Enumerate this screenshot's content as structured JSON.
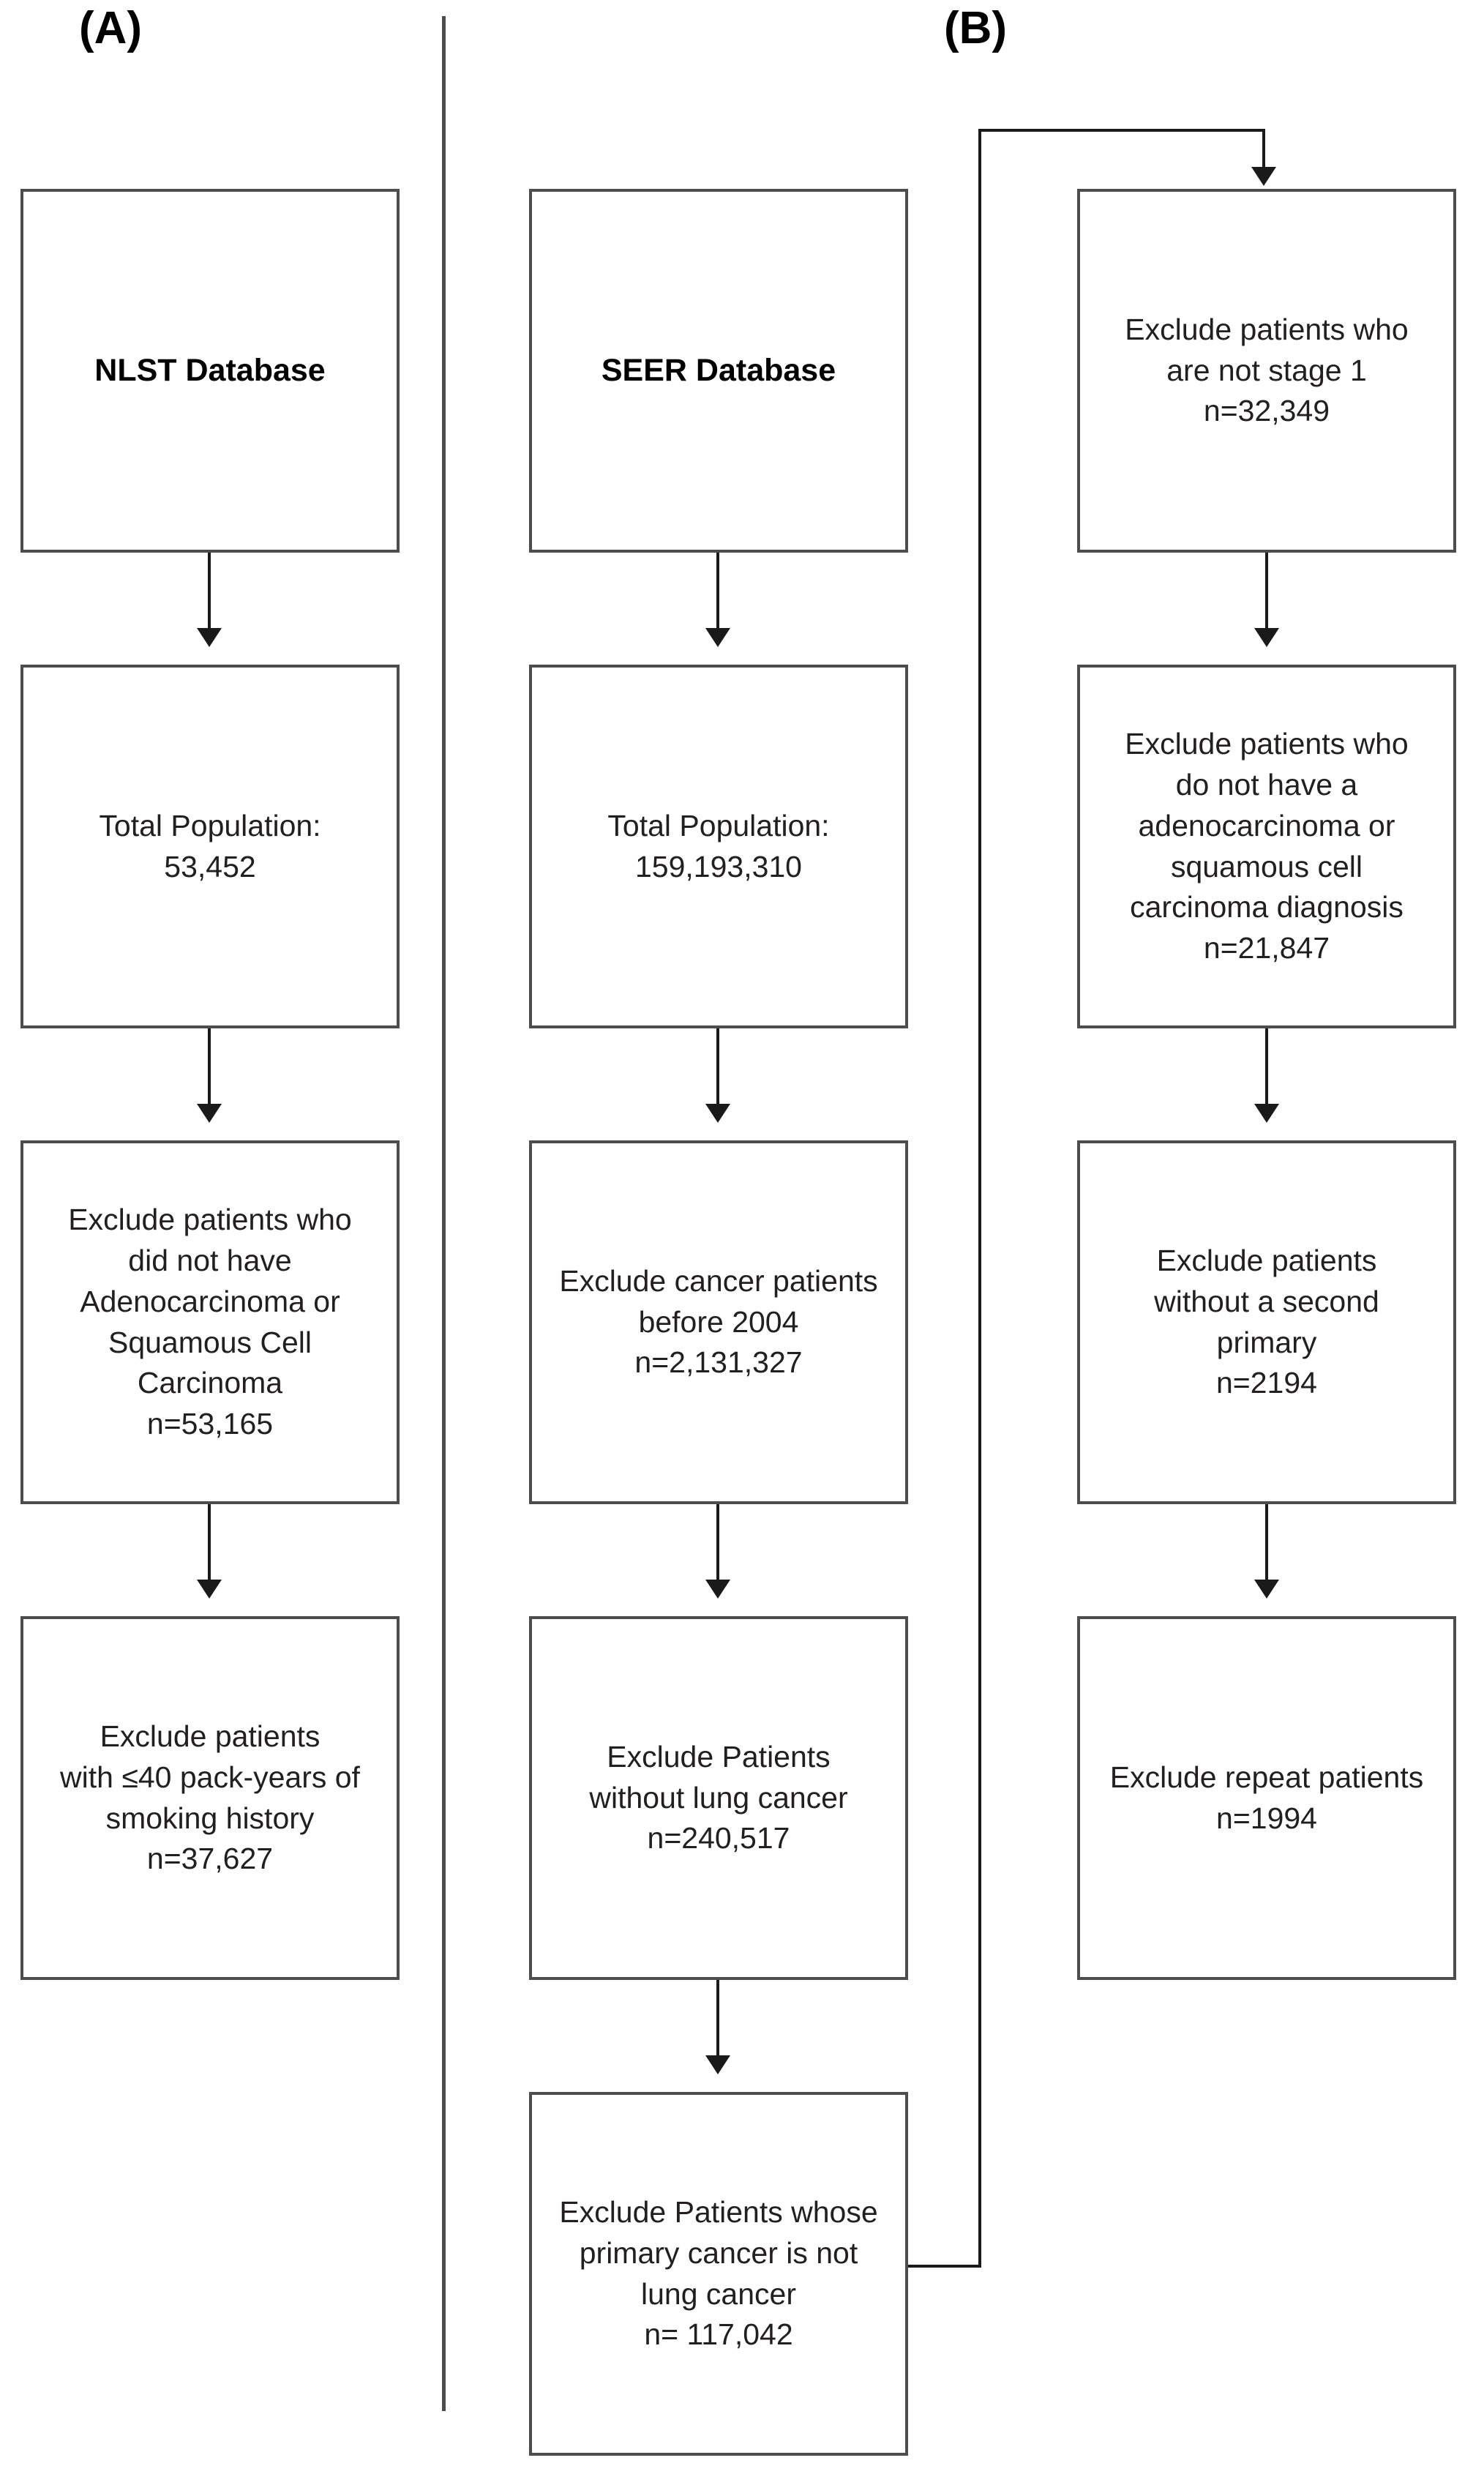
{
  "figure": {
    "type": "flowchart",
    "panels": [
      {
        "label": "(A)",
        "source": "NLST",
        "nodes": [
          {
            "id": "a1",
            "text": "NLST Database",
            "emphasis": "bold"
          },
          {
            "id": "a2",
            "text": "Total Population:\n53,452",
            "emphasis": "normal"
          },
          {
            "id": "a3",
            "text": "Exclude patients who\ndid not have\nAdenocarcinoma or\nSquamous Cell\nCarcinoma\nn=53,165",
            "emphasis": "normal"
          },
          {
            "id": "a4",
            "text": "Exclude patients\nwith ≤40 pack-years of\nsmoking history\nn=37,627",
            "emphasis": "normal"
          }
        ]
      },
      {
        "label": "(B)",
        "source": "SEER",
        "nodes": [
          {
            "id": "b1",
            "text": "SEER Database",
            "emphasis": "bold"
          },
          {
            "id": "b2",
            "text": "Total Population:\n159,193,310",
            "emphasis": "normal"
          },
          {
            "id": "b3",
            "text": "Exclude cancer patients\nbefore 2004\nn=2,131,327",
            "emphasis": "normal"
          },
          {
            "id": "b4",
            "text": "Exclude Patients\nwithout lung cancer\nn=240,517",
            "emphasis": "normal"
          },
          {
            "id": "b5",
            "text": "Exclude Patients whose\nprimary cancer is not\nlung cancer\nn= 117,042",
            "emphasis": "normal"
          },
          {
            "id": "c1",
            "text": "Exclude patients who\nare not stage 1\nn=32,349",
            "emphasis": "normal"
          },
          {
            "id": "c2",
            "text": "Exclude patients who\ndo not have a\nadenocarcinoma or\nsquamous cell\ncarcinoma diagnosis\nn=21,847",
            "emphasis": "normal"
          },
          {
            "id": "c3",
            "text": "Exclude patients\nwithout a second\nprimary\nn=2194",
            "emphasis": "normal"
          },
          {
            "id": "c4",
            "text": "Exclude repeat patients\nn=1994",
            "emphasis": "normal"
          }
        ]
      }
    ],
    "colors": {
      "box_border": "#4d4d4d",
      "connector": "#1a1a1a",
      "text": "#231f20",
      "background": "#ffffff",
      "divider": "#4d4d4d"
    }
  }
}
